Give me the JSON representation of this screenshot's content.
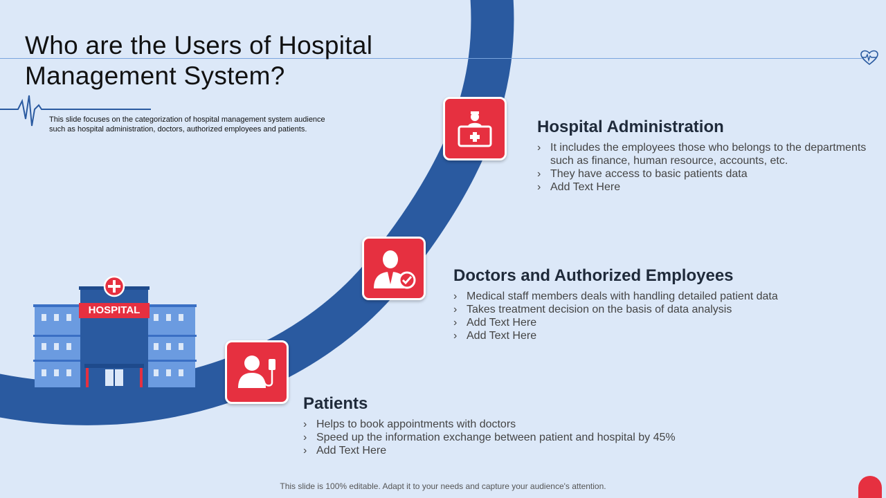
{
  "title_line1": "Who are the Users of Hospital",
  "title_line2": "Management System?",
  "description": "This slide focuses on the categorization of hospital management system audience such as hospital administration, doctors, authorized employees and patients.",
  "hospital_sign": "HOSPITAL",
  "sections": [
    {
      "heading": "Hospital Administration",
      "bullets": [
        "It includes the employees those who belongs to the departments such as finance,  human resource, accounts, etc.",
        "They have access to basic patients data",
        "Add Text Here"
      ]
    },
    {
      "heading": "Doctors and Authorized Employees",
      "bullets": [
        "Medical staff members deals with handling detailed patient data",
        "Takes treatment decision on the basis of data analysis",
        "Add Text Here",
        "Add Text Here"
      ]
    },
    {
      "heading": "Patients",
      "bullets": [
        "Helps to book appointments with doctors",
        "Speed up the information exchange between patient and hospital by 45%",
        "Add Text Here"
      ]
    }
  ],
  "bullet_glyph": "›",
  "footer": "This slide is 100% editable. Adapt it to your needs and capture your audience's attention.",
  "colors": {
    "accent": "#e63040",
    "arc": "#2a5aa0",
    "background": "#dce8f8"
  },
  "icons": [
    "reception-desk-icon",
    "doctor-check-icon",
    "patient-iv-icon",
    "heartbeat-icon",
    "hospital-building-icon"
  ]
}
